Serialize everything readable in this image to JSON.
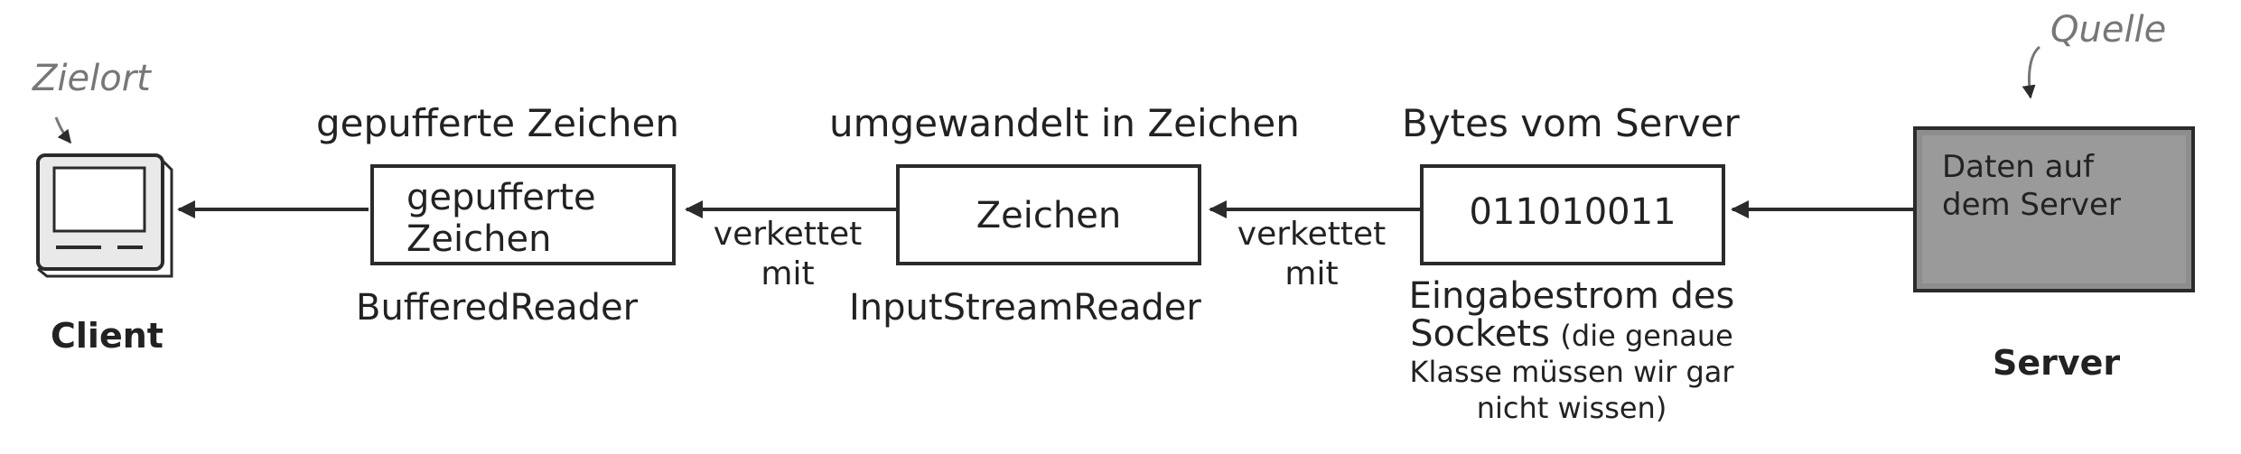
{
  "destination": {
    "hand_label": "Zielort",
    "caption": "Client"
  },
  "source": {
    "hand_label": "Quelle",
    "caption": "Server",
    "box_text": "Daten auf dem Server"
  },
  "buffered_reader": {
    "top_label": "gepufferte Zeichen",
    "box_text": "gepufferte Zeichen",
    "bottom_label": "BufferedReader"
  },
  "input_stream_reader": {
    "top_label": "umgewandelt in Zeichen",
    "box_text": "Zeichen",
    "bottom_label": "InputStreamReader"
  },
  "socket_stream": {
    "top_label": "Bytes vom Server",
    "box_text": "011010011",
    "bottom_label_line1": "Eingabestrom des",
    "bottom_label_line2": "Sockets",
    "bottom_label_note": "(die genaue Klasse müssen wir gar nicht wissen)"
  },
  "connectors": {
    "chained_1": "verkettet mit",
    "chained_2": "verkettet mit"
  },
  "colors": {
    "stroke": "#2b2b2b",
    "server_fill": "#8d8d8d",
    "handwriting": "#777777"
  }
}
